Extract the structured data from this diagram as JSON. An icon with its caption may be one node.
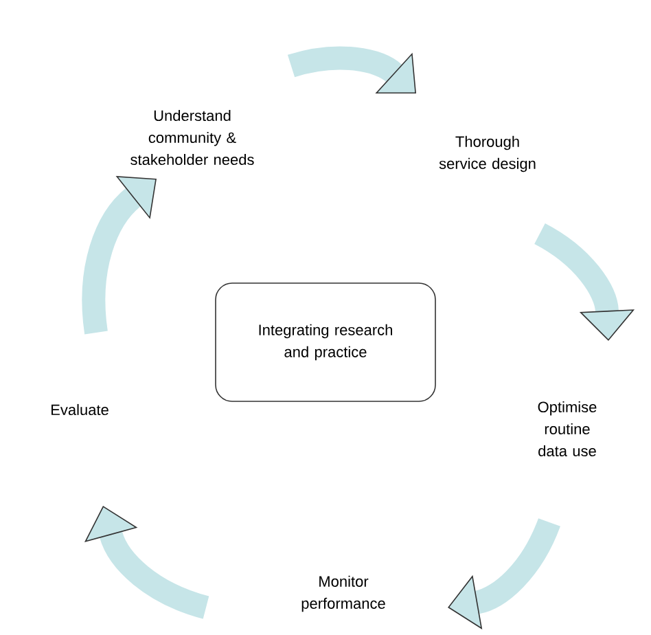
{
  "diagram": {
    "nodes": [
      {
        "text": [
          "Understand community & stakeholder needs"
        ]
      },
      {
        "text": [
          "Thorough service design"
        ]
      },
      {
        "text": [
          "Optimise routine data use"
        ]
      },
      {
        "text": [
          "Monitor performance"
        ]
      },
      {
        "text": [
          "Evaluate"
        ]
      },
      {
        "text": [
          "Integrating research and practice"
        ]
      }
    ],
    "edges": [
      {
        "from": 0,
        "to": 1,
        "arrow": "to"
      },
      {
        "from": 1,
        "to": 2,
        "arrow": "to"
      },
      {
        "from": 2,
        "to": 3,
        "arrow": "to"
      },
      {
        "from": 3,
        "to": 4,
        "arrow": "to"
      },
      {
        "from": 4,
        "to": 0,
        "arrow": "to"
      }
    ]
  }
}
